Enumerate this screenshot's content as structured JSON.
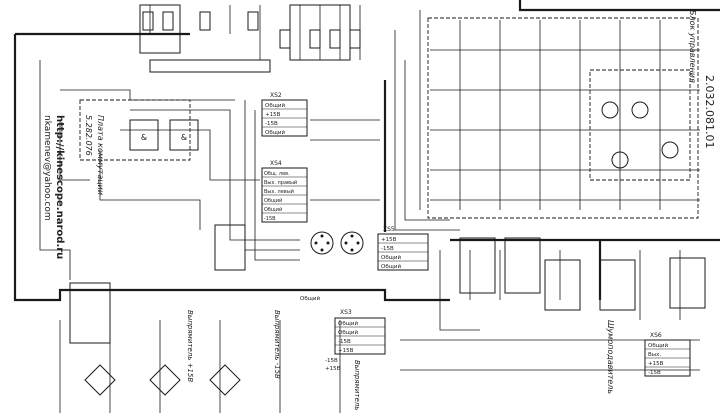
{
  "diagram": {
    "side_caption": {
      "url": "http://kinescope.narod.ru",
      "email": "nkamenev@yahoo.com"
    },
    "board_labels": {
      "control_board": "Плата коммутации",
      "control_board_code": "5.282.076",
      "frame_doc_code": "2.032.081.01",
      "frame_caption": "Блок управления",
      "bottom_right": "Шумоподавитель",
      "bottom_left_1": "Выпрямитель +15В",
      "bottom_left_2": "Выпрямитель -15В",
      "bottom_left_3": "Выпрямитель +15В"
    },
    "connectors": [
      {
        "id": "XS2",
        "rows": [
          "Общий",
          "+15В",
          "-15В",
          "Общий"
        ]
      },
      {
        "id": "XS4",
        "rows": [
          "Общ. лев.",
          "Вых. правый",
          "Вых. левый",
          "Общий",
          "Общий",
          "-15В"
        ]
      },
      {
        "id": "XS3",
        "rows": [
          "Общий",
          "Общий",
          "-15В",
          "+15В"
        ]
      },
      {
        "id": "XS5",
        "rows": [
          "+15В",
          "-15В",
          "Общий",
          "Общий"
        ]
      },
      {
        "id": "XS6",
        "rows": [
          "Общий",
          "Вых.",
          "+15В",
          "-15В"
        ]
      }
    ],
    "symbols": {
      "signal_minus": "-15В",
      "signal_plus": "+15В",
      "ground": "Общий"
    }
  }
}
